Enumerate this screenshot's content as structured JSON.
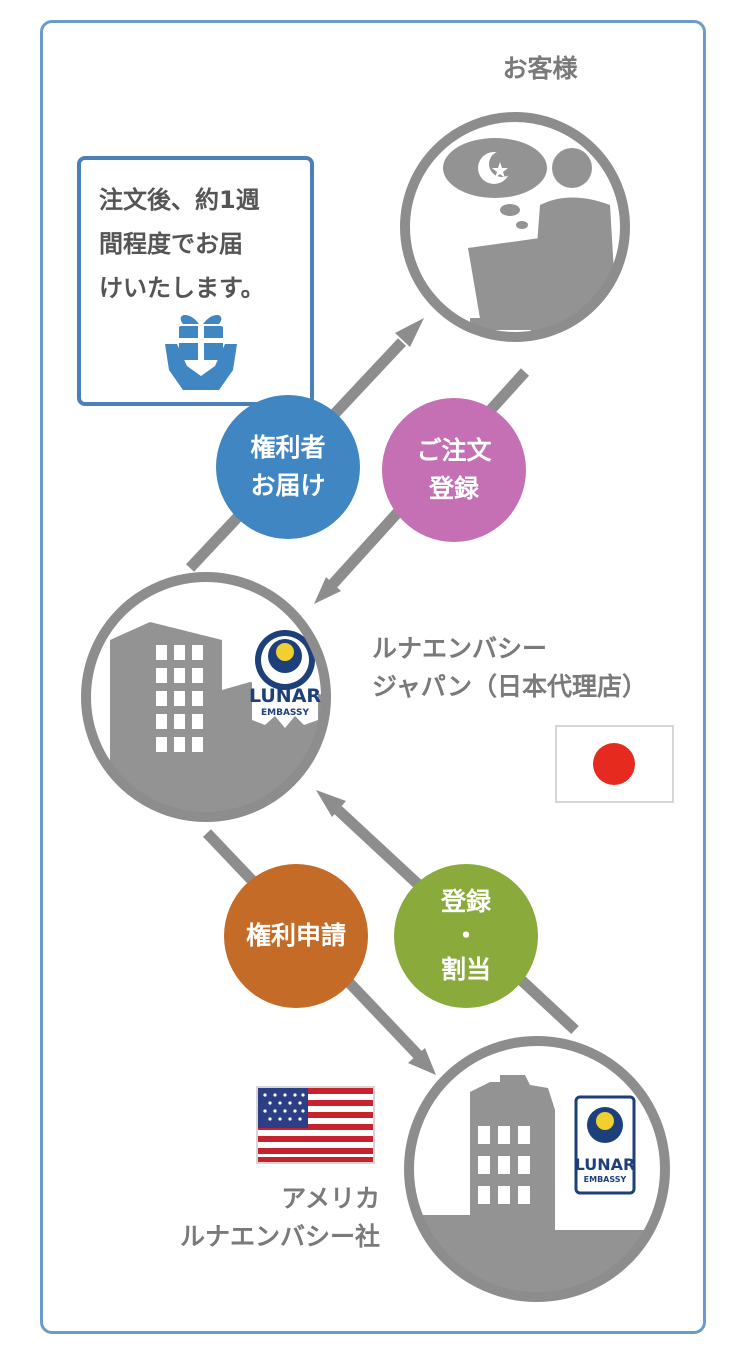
{
  "customer": {
    "label": "お客様"
  },
  "delivery_note": {
    "lines": [
      "注文後、約1週",
      "間程度でお届",
      "けいたします。"
    ],
    "icon": "gift-box-hands-icon"
  },
  "steps": {
    "deliver": {
      "lines": [
        "権利者",
        "お届け"
      ],
      "color": "#3f86c3"
    },
    "order": {
      "lines": [
        "ご注文",
        "登録"
      ],
      "color": "#c570b5"
    },
    "apply": {
      "lines": [
        "権利申請"
      ],
      "color": "#c46b28"
    },
    "register": {
      "lines": [
        "登録",
        "・",
        "割当"
      ],
      "color": "#8aaa3b"
    }
  },
  "agent": {
    "label_lines": [
      "ルナエンバシー",
      "ジャパン（日本代理店）"
    ],
    "flag": "japan-flag-icon"
  },
  "us_company": {
    "label_lines": [
      "アメリカ",
      "ルナエンバシー社"
    ],
    "flag": "usa-flag-icon"
  },
  "logo": {
    "brand_line1": "LUNAR",
    "brand_line2": "EMBASSY"
  },
  "colors": {
    "frame": "#6a9cc9",
    "gray": "#8d8d8d",
    "silhouette": "#939393"
  }
}
